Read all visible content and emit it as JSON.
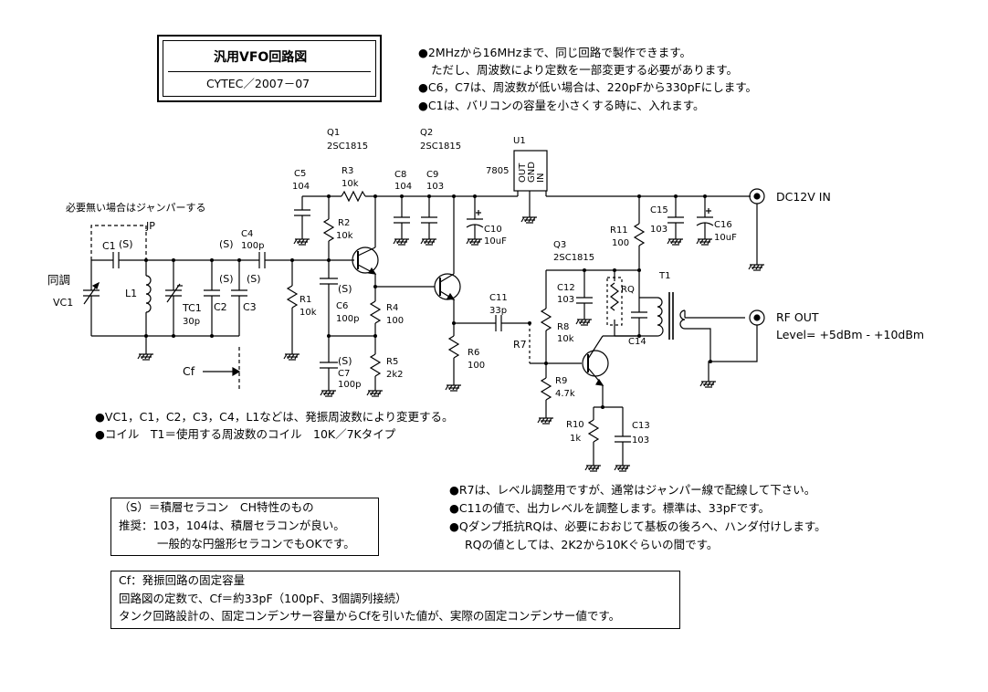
{
  "title": {
    "main": "汎用VFO回路図",
    "sub": "CYTEC／2007－07"
  },
  "notes_top": [
    "●2MHzから16MHzまで、同じ回路で製作できます。",
    "ただし、周波数により定数を一部変更する必要があります。",
    "●C6，C7は、周波数が低い場合は、220pFから330pFにします。",
    "●C1は、バリコンの容量を小さくする時に、入れます。"
  ],
  "notes_mid": [
    "●VC1，C1，C2，C3，C4，L1などは、発振周波数により変更する。",
    "●コイル　T1＝使用する周波数のコイル　10K／7Kタイプ"
  ],
  "notes_right": [
    "●R7は、レベル調整用ですが、通常はジャンパー線で配線して下さい。",
    "●C11の値で、出力レベルを調整します。標準は、33pFです。",
    "●Qダンプ抵抗RQは、必要におおじて基板の後ろへ、ハンダ付けします。",
    "RQの値としては、2K2から10Kぐらいの間です。"
  ],
  "legend_box": [
    "（S）＝積層セラコン　CH特性のもの",
    "推奨：103，104は、積層セラコンが良い。",
    "一般的な円盤形セラコンでもOKです。"
  ],
  "cf_box": [
    "Cf：発振回路の固定容量",
    "回路図の定数で、Cf＝約33pF（100pF、3個調列接続）",
    "タンク回路設計の、固定コンデンサー容量からCfを引いた値が、実際の固定コンデンサー値です。"
  ],
  "labels": {
    "jumper_note": "必要無い場合はジャンパーする",
    "jp": "JP",
    "tune": "同調",
    "vc1": "VC1",
    "c1": "C1",
    "s": "(S)",
    "l1": "L1",
    "tc1": "TC1",
    "tc1_val": "30p",
    "c2": "C2",
    "c3": "C3",
    "c4": "C4",
    "c4_val": "100p",
    "cf": "Cf",
    "c5": "C5",
    "c5_val": "104",
    "r1": "R1",
    "r1_val": "10k",
    "r2": "R2",
    "r2_val": "10k",
    "r3": "R3",
    "r3_val": "10k",
    "q1": "Q1",
    "q1_type": "2SC1815",
    "q2": "Q2",
    "q2_type": "2SC1815",
    "c6": "C6",
    "c6_val": "100p",
    "c7": "C7",
    "c7_val": "100p",
    "r4": "R4",
    "r4_val": "100",
    "r5": "R5",
    "r5_val": "2k2",
    "c8": "C8",
    "c8_val": "104",
    "c9": "C9",
    "c9_val": "103",
    "c10": "C10",
    "c10_val": "10uF",
    "r6": "R6",
    "r6_val": "100",
    "c11": "C11",
    "c11_val": "33p",
    "u1": "U1",
    "u1_type": "7805",
    "u1_pins": [
      "OUT",
      "GND",
      "IN"
    ],
    "r7": "R7",
    "q3": "Q3",
    "q3_type": "2SC1815",
    "c12": "C12",
    "c12_val": "103",
    "rq": "RQ",
    "r8": "R8",
    "r8_val": "10k",
    "r9": "R9",
    "r9_val": "4.7k",
    "r10": "R10",
    "r10_val": "1k",
    "c13": "C13",
    "c13_val": "103",
    "r11": "R11",
    "r11_val": "100",
    "c14": "C14",
    "t1": "T1",
    "c15": "C15",
    "c15_val": "103",
    "c16": "C16",
    "c16_val": "10uF",
    "dc_in": "DC12V IN",
    "rf_out": "RF OUT",
    "level": "Level= +5dBm - +10dBm"
  }
}
